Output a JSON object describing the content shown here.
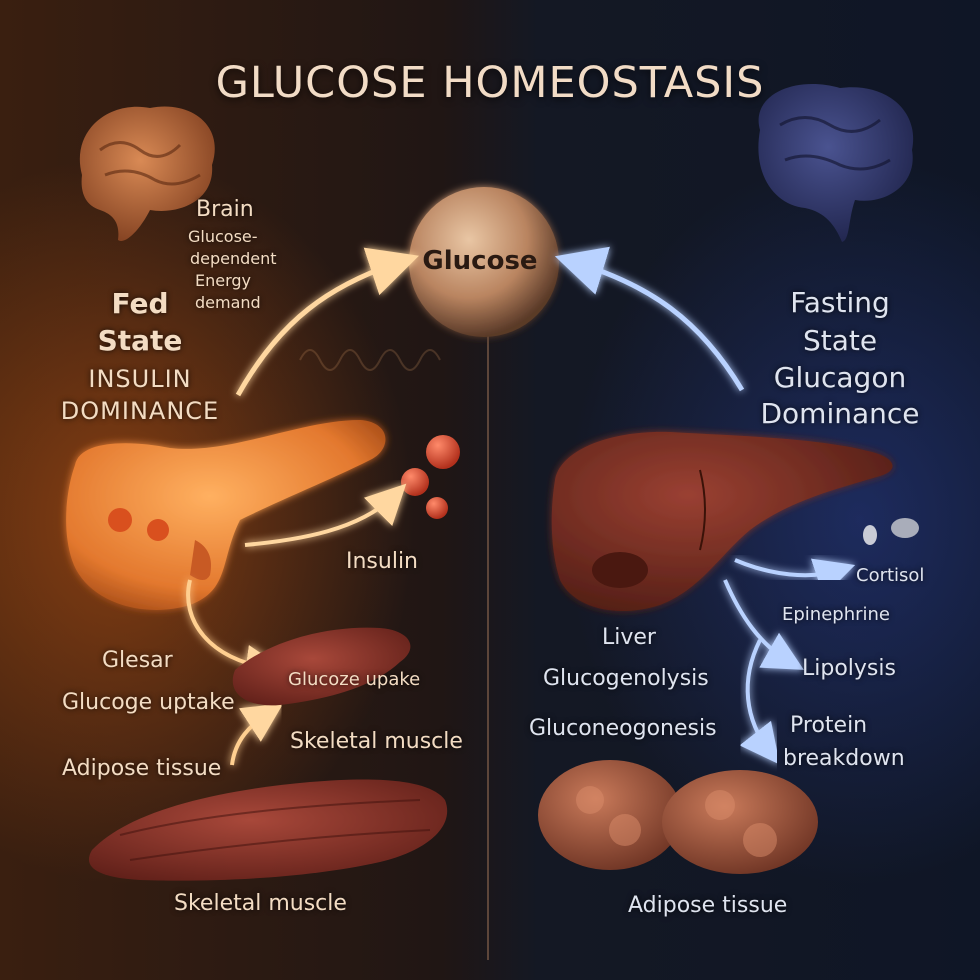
{
  "title": "GLUCOSE HOMEOSTASIS",
  "center": {
    "label": "Glucose"
  },
  "fed_state": {
    "line1": "Fed",
    "line2": "State",
    "line3": "INSULIN",
    "line4": "DOMINANCE",
    "brain": {
      "title": "Brain",
      "line1": "Glucose-",
      "line2": "dependent",
      "line3": "Energy",
      "line4": "demand"
    },
    "insulin": "Insulin",
    "glesar": "Glesar",
    "glucoge_uptake": "Glucoge uptake",
    "glucoze_upake": "Glucoze upake",
    "adipose": "Adipose tissue",
    "skeletal_muscle_mid": "Skeletal muscle",
    "skeletal_muscle_bottom": "Skeletal muscle"
  },
  "fasting_state": {
    "line1": "Fasting",
    "line2": "State",
    "line3": "Glucagon",
    "line4": "Dominance",
    "cortisol": "Cortisol",
    "epinephrine": "Epinephrine",
    "lipolysis": "Lipolysis",
    "protein_line1": "Protein",
    "protein_line2": "breakdown",
    "liver": "Liver",
    "glycogenolysis": "Glucogenolysis",
    "gluconeogenesis": "Gluconeogonesis",
    "adipose_bottom": "Adipose tissue"
  },
  "colors": {
    "warm_accent": "#f7a24a",
    "cool_accent": "#6e9bf0",
    "glucose_sphere": "#b98460",
    "liver": "#7a2e22",
    "pancreas": "#e3782e"
  }
}
